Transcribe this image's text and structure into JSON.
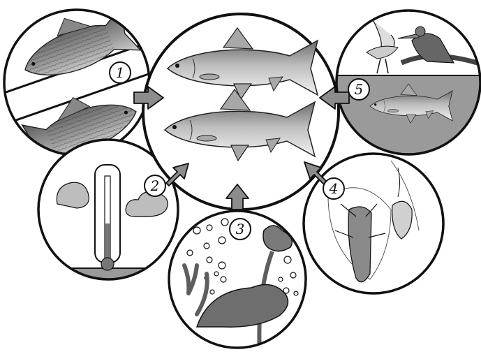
{
  "labels": {
    "n1": "1",
    "n2": "2",
    "n3": "3",
    "n4": "4",
    "n5": "5"
  },
  "colors": {
    "line": "#111111",
    "water": "#9a9a9a",
    "fish_dark": "#6e6e6e",
    "fish_light": "#d9d9d9",
    "fin": "#a8a8a8",
    "arrow": "#8c8c8c",
    "plant": "#5e5e5e",
    "cloud": "#bdbdbd"
  }
}
